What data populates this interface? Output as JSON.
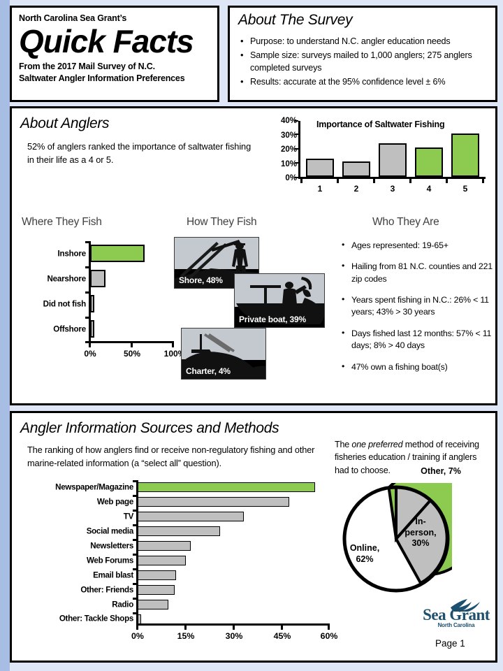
{
  "colors": {
    "green": "#8cca50",
    "gray": "#bfbfbf",
    "background": "#dfe6f5",
    "band": "#a8bde3",
    "logo_blue": "#1d4f6e"
  },
  "header": {
    "kicker": "North Carolina Sea Grant’s",
    "title": "Quick Facts",
    "subtitle_line1": "From the 2017 Mail Survey of N.C.",
    "subtitle_line2": "Saltwater Angler Information Preferences"
  },
  "survey": {
    "heading": "About The Survey",
    "bullets": [
      "Purpose: to understand N.C. angler education needs",
      "Sample size: surveys mailed to 1,000 anglers; 275 anglers completed surveys",
      "Results: accurate at the 95% confidence level ± 6%"
    ]
  },
  "anglers": {
    "heading": "About Anglers",
    "lead": "52% of anglers ranked the importance of saltwater fishing in their life as a 4 or 5.",
    "where_title": "Where They Fish",
    "how_title": "How They Fish",
    "who_title": "Who They Are",
    "who_bullets": [
      "Ages represented: 19-65+",
      "Hailing from 81 N.C. counties and 221 zip codes",
      "Years spent fishing in N.C.: 26% < 11 years; 43%  > 30 years",
      "Days fished last 12 months: 57% < 11 days;  8% > 40 days",
      "47% own a fishing boat(s)"
    ],
    "photos": [
      {
        "caption": "Shore, 48%",
        "icon": "shore-angler-silhouette"
      },
      {
        "caption": "Private boat, 39%",
        "icon": "private-boat-silhouette"
      },
      {
        "caption": "Charter, 4%",
        "icon": "charter-boat-silhouette"
      }
    ]
  },
  "sources": {
    "heading": "Angler Information Sources and Methods",
    "lead": "The ranking of how anglers find or receive non-regulatory fishing and other marine-related information (a “select all” question).",
    "pie_lead_before": "The ",
    "pie_lead_em": "one preferred",
    "pie_lead_after": " method of receiving fisheries education  / training if anglers had to choose."
  },
  "footer": {
    "logo_name": "Sea Grant",
    "logo_sub": "North Carolina",
    "page": "Page 1"
  },
  "chart_data": [
    {
      "type": "bar",
      "title": "Importance of Saltwater Fishing",
      "categories": [
        "1",
        "2",
        "3",
        "4",
        "5"
      ],
      "values": [
        13,
        11,
        24,
        21,
        31
      ],
      "highlight": [
        false,
        false,
        false,
        true,
        true
      ],
      "ylabel": "",
      "xlabel": "",
      "ylim": [
        0,
        40
      ],
      "yticks": [
        "0%",
        "10%",
        "20%",
        "30%",
        "40%"
      ],
      "grid": false,
      "legend": "none"
    },
    {
      "type": "bar",
      "orientation": "horizontal",
      "title": "Where They Fish",
      "categories": [
        "Inshore",
        "Nearshore",
        "Did not fish",
        "Offshore"
      ],
      "values": [
        65,
        18,
        5,
        5
      ],
      "highlight": [
        true,
        false,
        false,
        false
      ],
      "xlim": [
        0,
        100
      ],
      "xticks": [
        "0%",
        "50%",
        "100%"
      ],
      "grid": false,
      "legend": "none"
    },
    {
      "type": "bar",
      "orientation": "horizontal",
      "title": "Angler Information Sources",
      "categories": [
        "Newspaper/Magazine",
        "Web page",
        "TV",
        "Social media",
        "Newsletters",
        "Web Forums",
        "Email blast",
        "Other: Friends",
        "Radio",
        "Other: Tackle Shops"
      ],
      "values": [
        55,
        47,
        33,
        25.5,
        16.5,
        15,
        12,
        11.5,
        9.5,
        1
      ],
      "highlight": [
        true,
        false,
        false,
        false,
        false,
        false,
        false,
        false,
        false,
        false
      ],
      "xlim": [
        0,
        60
      ],
      "xticks": [
        "0%",
        "15%",
        "30%",
        "45%",
        "60%"
      ],
      "grid": false,
      "legend": "none"
    },
    {
      "type": "pie",
      "title": "One preferred method of receiving fisheries education / training",
      "labels": [
        "Other",
        "In-person",
        "Online"
      ],
      "values": [
        7,
        30,
        62
      ],
      "label_texts": [
        "Other, 7%",
        "In-person, 30%",
        "Online, 62%"
      ],
      "slice_colors": [
        "#bfbfbf",
        "#bfbfbf",
        "#8cca50"
      ],
      "legend": "labels-on-chart"
    }
  ]
}
